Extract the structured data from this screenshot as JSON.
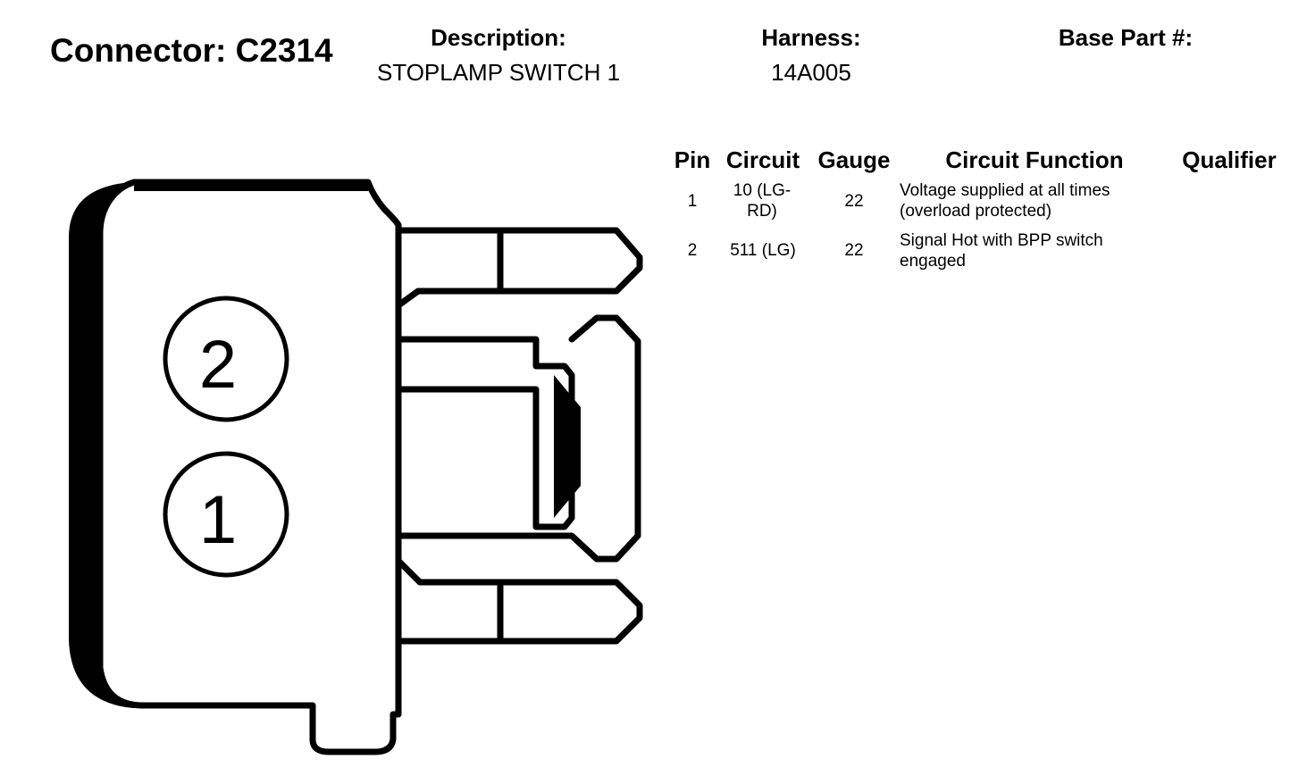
{
  "connector": {
    "title": "Connector: C2314"
  },
  "header": {
    "description_label": "Description:",
    "description_value": "STOPLAMP SWITCH 1",
    "harness_label": "Harness:",
    "harness_value": "14A005",
    "base_part_label": "Base Part #:",
    "base_part_value": ""
  },
  "table": {
    "columns": {
      "pin": "Pin",
      "circuit": "Circuit",
      "gauge": "Gauge",
      "function": "Circuit Function",
      "qualifier": "Qualifier"
    },
    "rows": [
      {
        "pin": "1",
        "circuit": "10 (LG-RD)",
        "gauge": "22",
        "function": "Voltage supplied at all times (overload protected)",
        "qualifier": ""
      },
      {
        "pin": "2",
        "circuit": "511 (LG)",
        "gauge": "22",
        "function": "Signal Hot with BPP switch engaged",
        "qualifier": ""
      }
    ]
  },
  "diagram": {
    "pin_labels": [
      "2",
      "1"
    ],
    "stroke_color": "#000000",
    "fill_color": "#ffffff"
  }
}
